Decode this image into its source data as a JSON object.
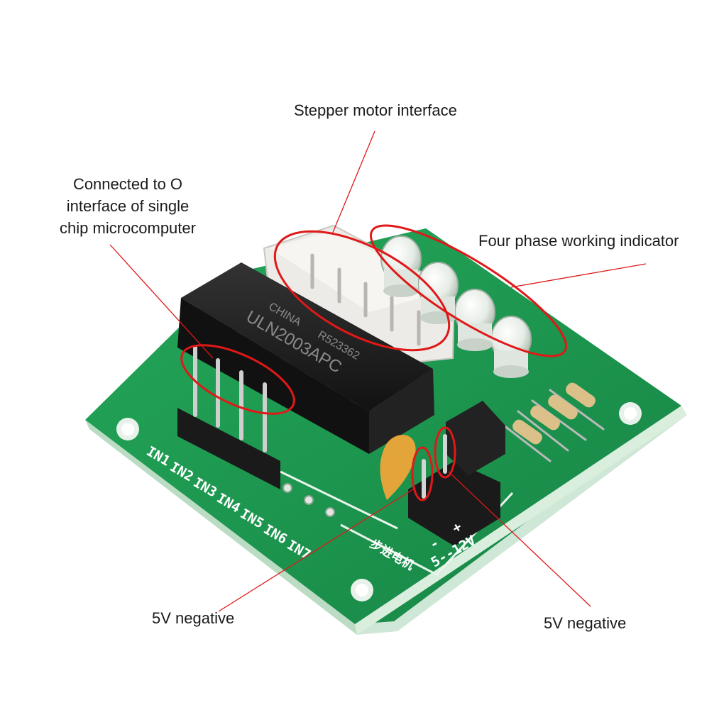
{
  "callouts": {
    "stepper_motor": "Stepper motor interface",
    "connected_line1": "Connected to O",
    "connected_line2": "interface of single",
    "connected_line3": "chip microcomputer",
    "four_phase": "Four phase working indicator",
    "neg_left": "5V negative",
    "neg_right": "5V negative"
  },
  "board": {
    "pin_labels": [
      "IN1",
      "IN2",
      "IN3",
      "IN4",
      "IN5",
      "IN6",
      "IN7"
    ],
    "chip_line1": "CHINA",
    "chip_code": "R523362",
    "chip_model": "ULN2003APC",
    "power_label": "5--12V",
    "minus_sign": "-",
    "plus_sign": "+",
    "chinese_label": "步进电机"
  },
  "colors": {
    "pcb": "#1f9a4e",
    "pcb_edge": "#cfe7d6",
    "annotation": "#e01818",
    "chip": "#1e1e1e"
  }
}
